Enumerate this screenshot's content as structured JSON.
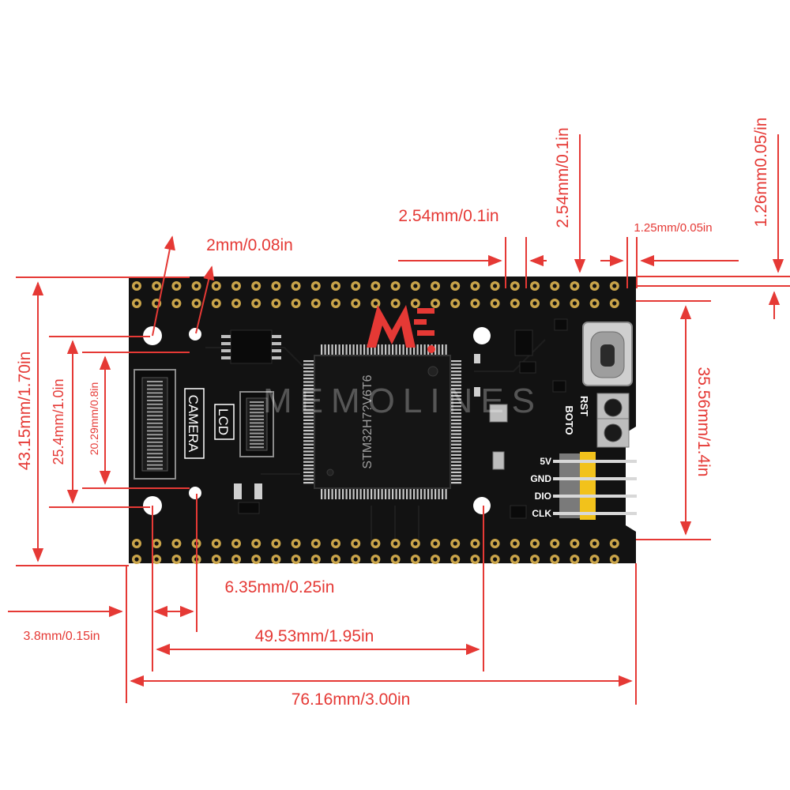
{
  "board": {
    "chip_text": "STM32H7?V6T6",
    "connector_labels": {
      "camera": "CAMERA",
      "lcd": "LCD"
    },
    "button_labels": {
      "boot": "BOTO",
      "reset": "RST"
    },
    "swd_pins": [
      "5V",
      "GND",
      "DIO",
      "CLK"
    ]
  },
  "dimensions": {
    "hole_spacing_top": "2.54mm/0.1in",
    "hole_spacing_vertical": "2.54mm/0.1in",
    "edge_offset_x": "1.25mm/0.05in",
    "edge_offset_y": "1.26mm0.05/in",
    "mount_hole": "2mm/0.08in",
    "height_total": "43.15mm/1.70in",
    "height_mount": "25.4mm/1.0in",
    "height_connector": "20.29mm/0.8in",
    "height_header": "35.56mm/1.4in",
    "mount_offset": "6.35mm/0.25in",
    "hole_edge": "3.8mm/0.15in",
    "mount_width": "49.53mm/1.95in",
    "width_total": "76.16mm/3.00in"
  },
  "watermark": "MEMOLINES",
  "colors": {
    "dimension": "#e53935",
    "pcb": "#121212",
    "pin": "#c9a44a",
    "header": "#f2c21b"
  }
}
